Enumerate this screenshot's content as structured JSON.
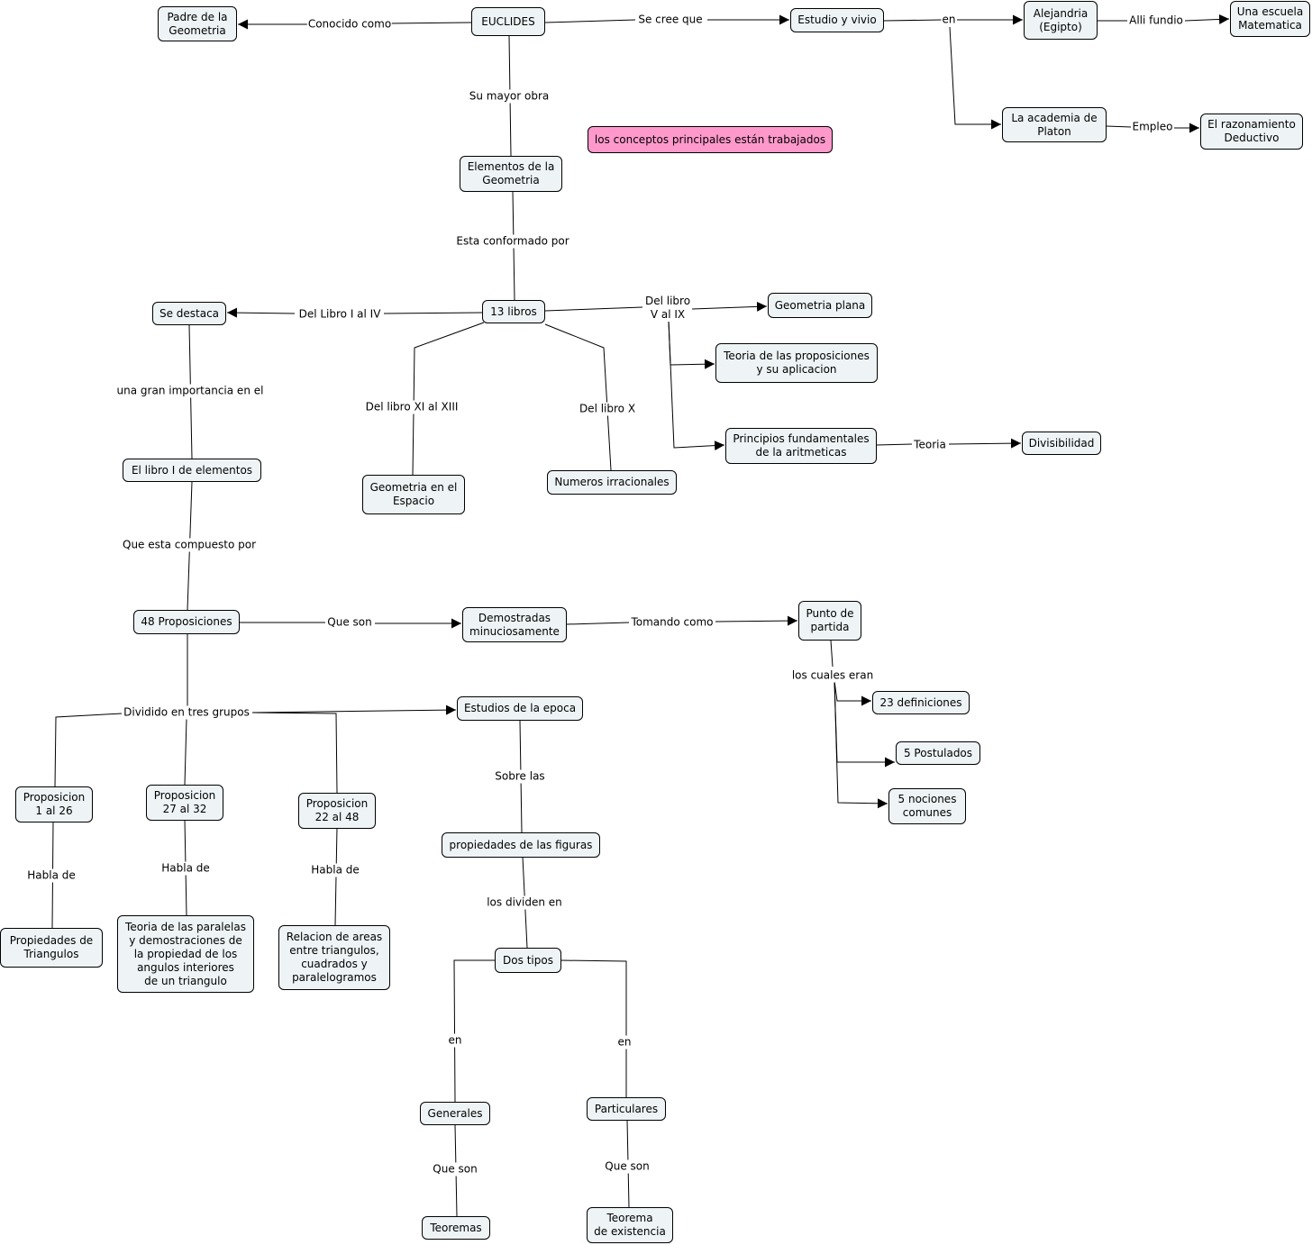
{
  "colors": {
    "node_fill": "#eef4f6",
    "node_border": "#000000",
    "highlight_fill": "#ff99cc",
    "line": "#000000"
  },
  "nodes": {
    "padre": "Padre de la\nGeometria",
    "euclides": "EUCLIDES",
    "estudio": "Estudio y vivio",
    "alejandria": "Alejandria\n(Egipto)",
    "escuela": "Una escuela\nMatematica",
    "academia": "La academia de\nPlaton",
    "razonamiento": "El razonamiento\nDeductivo",
    "nota": "los conceptos principales están trabajados",
    "elementos": "Elementos de la\nGeometria",
    "libros13": "13 libros",
    "sedestaca": "Se destaca",
    "geoplana": "Geometria plana",
    "teoriaprop": "Teoria de las proposiciones\ny su aplicacion",
    "principios": "Principios fundamentales\nde la aritmeticas",
    "divisibilidad": "Divisibilidad",
    "geoespacio": "Geometria en el\nEspacio",
    "irracionales": "Numeros irracionales",
    "libro1": "El libro I de elementos",
    "prop48": "48 Proposiciones",
    "demostradas": "Demostradas\nminuciosamente",
    "punto": "Punto de\npartida",
    "estudios": "Estudios de la epoca",
    "def23": "23 definiciones",
    "postulados": "5 Postulados",
    "nociones": "5 nociones\ncomunes",
    "p1": "Proposicion\n1 al 26",
    "p27": "Proposicion\n27 al 32",
    "p22": "Proposicion\n22 al 48",
    "propiedades": "propiedades de las figuras",
    "tri": "Propiedades de\nTriangulos",
    "paralelas": "Teoria de las paralelas\ny demostraciones de\nla propiedad de los\nangulos interiores\nde un triangulo",
    "areas": "Relacion de areas\nentre triangulos,\ncuadrados y\nparalelogramos",
    "dostipos": "Dos tipos",
    "generales": "Generales",
    "particulares": "Particulares",
    "teoremas": "Teoremas",
    "existencia": "Teorema\nde existencia"
  },
  "labels": {
    "conocido": "Conocido como",
    "secree": "Se cree que",
    "en1": "en",
    "allifundio": "Alli fundio",
    "empleo": "Empleo",
    "mayorobra": "Su mayor obra",
    "conformado": "Esta conformado por",
    "delI_IV": "Del Libro I al IV",
    "delV_IX": "Del libro\nV al IX",
    "delXI": "Del libro XI al XIII",
    "delX": "Del libro X",
    "teoria": "Teoria",
    "importancia": "una gran importancia en el",
    "compuesto": "Que esta compuesto por",
    "queson1": "Que son",
    "tomando": "Tomando como",
    "cuales": "los cuales eran",
    "dividido": "Dividido en tres grupos",
    "sobre": "Sobre las",
    "hablade1": "Habla de",
    "hablade2": "Habla de",
    "hablade3": "Habla de",
    "dividen": "los dividen en",
    "en2": "en",
    "en3": "en",
    "queson2": "Que son",
    "queson3": "Que son"
  }
}
